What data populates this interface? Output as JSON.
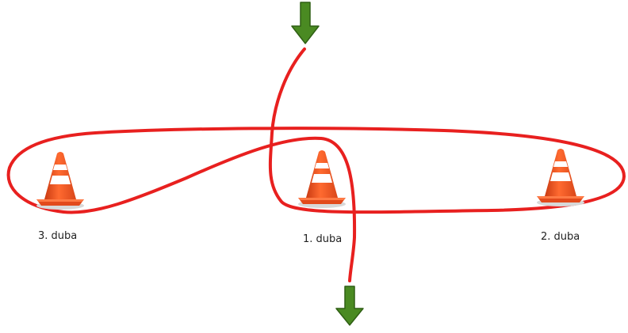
{
  "cones": [
    {
      "label": "3. duba"
    },
    {
      "label": "1. duba"
    },
    {
      "label": "2. duba"
    }
  ],
  "colors": {
    "path": "#e8201f",
    "arrow": "#4a8a22",
    "arrow_edge": "#2f5f14",
    "cone_body": "#ff5a26",
    "cone_stripe": "#ffffff",
    "cone_base": "#f0622e"
  },
  "icons": {
    "entry_arrow": "down-arrow-icon",
    "exit_arrow": "down-arrow-icon",
    "cone": "traffic-cone-icon"
  }
}
